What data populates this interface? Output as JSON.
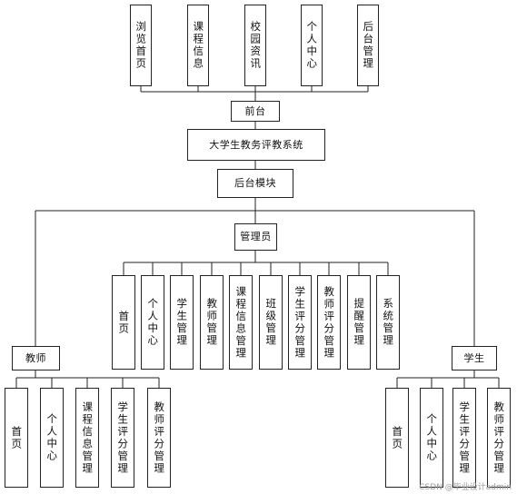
{
  "frontend": {
    "modules": [
      "浏览首页",
      "课程信息",
      "校园资讯",
      "个人中心",
      "后台管理"
    ],
    "label": "前台"
  },
  "system": {
    "title": "大学生教务评教系统"
  },
  "backend": {
    "label": "后台模块"
  },
  "admin": {
    "label": "管理员",
    "modules": [
      "首页",
      "个人中心",
      "学生管理",
      "教师管理",
      "课程信息管理",
      "班级管理",
      "学生评分管理",
      "教师评分管理",
      "提醒管理",
      "系统管理"
    ]
  },
  "teacher": {
    "label": "教师",
    "modules": [
      "首页",
      "个人中心",
      "课程信息管理",
      "学生评分管理",
      "教师评分管理"
    ]
  },
  "student": {
    "label": "学生",
    "modules": [
      "首页",
      "个人中心",
      "学生评分管理",
      "教师评分管理"
    ]
  },
  "watermark": "CSDN @毕业设计admin"
}
